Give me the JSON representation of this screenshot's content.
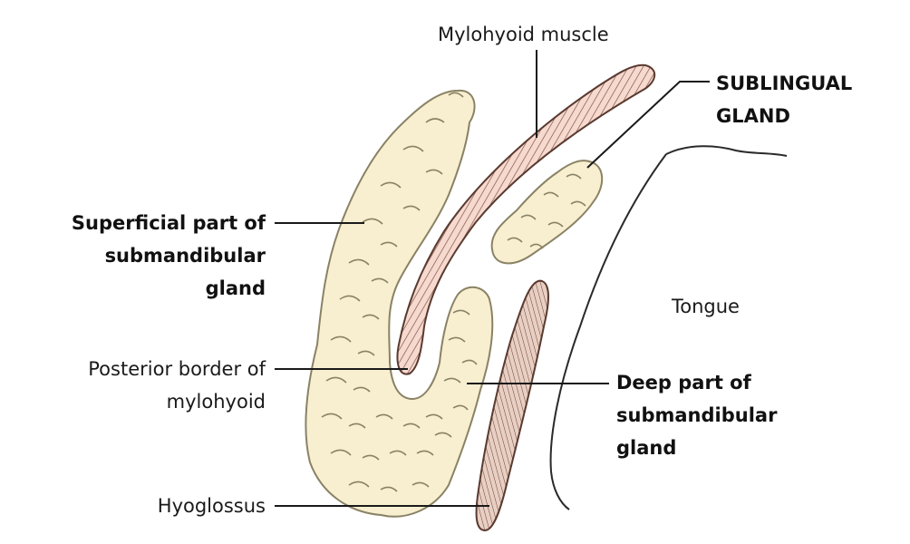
{
  "labels": {
    "mylohyoid_muscle": "Mylohyoid muscle",
    "sublingual_gland_1": "SUBLINGUAL",
    "sublingual_gland_2": "GLAND",
    "superficial_1": "Superficial part of",
    "superficial_2": "submandibular",
    "superficial_3": "gland",
    "posterior_border_1": "Posterior border of",
    "posterior_border_2": "mylohyoid",
    "deep_1": "Deep part of",
    "deep_2": "submandibular",
    "deep_3": "gland",
    "tongue": "Tongue",
    "hyoglossus": "Hyoglossus"
  },
  "colors": {
    "gland_fill": "#f7efcf",
    "gland_stroke": "#8a8265",
    "muscle_fill": "#f6d9cf",
    "muscle_stripe": "#7a4a3a",
    "hyoglossus_fill": "#e8cfc3",
    "outline": "#2a2a2a"
  }
}
